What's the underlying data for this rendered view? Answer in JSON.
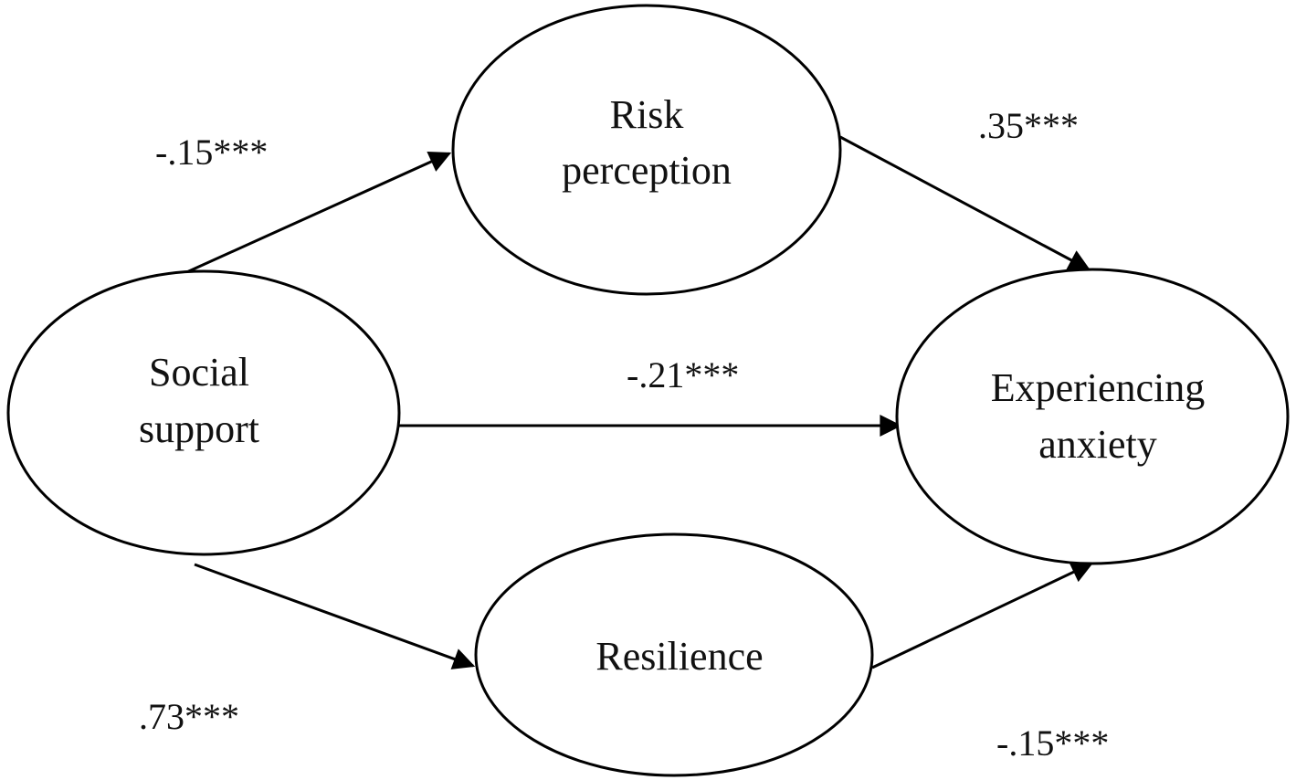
{
  "diagram": {
    "nodes": {
      "social_support": {
        "line1": "Social",
        "line2": "support"
      },
      "risk_perception": {
        "line1": "Risk",
        "line2": "perception"
      },
      "resilience": {
        "line1": "Resilience"
      },
      "experiencing_anxiety": {
        "line1": "Experiencing",
        "line2": "anxiety"
      }
    },
    "edges": {
      "support_to_risk": "-.15***",
      "risk_to_anxiety": ".35***",
      "support_to_anxiety": "-.21***",
      "support_to_resilience": ".73***",
      "resilience_to_anxiety": "-.15***"
    },
    "colors": {
      "stroke": "#000000",
      "text": "#111111",
      "background": "#ffffff"
    }
  }
}
